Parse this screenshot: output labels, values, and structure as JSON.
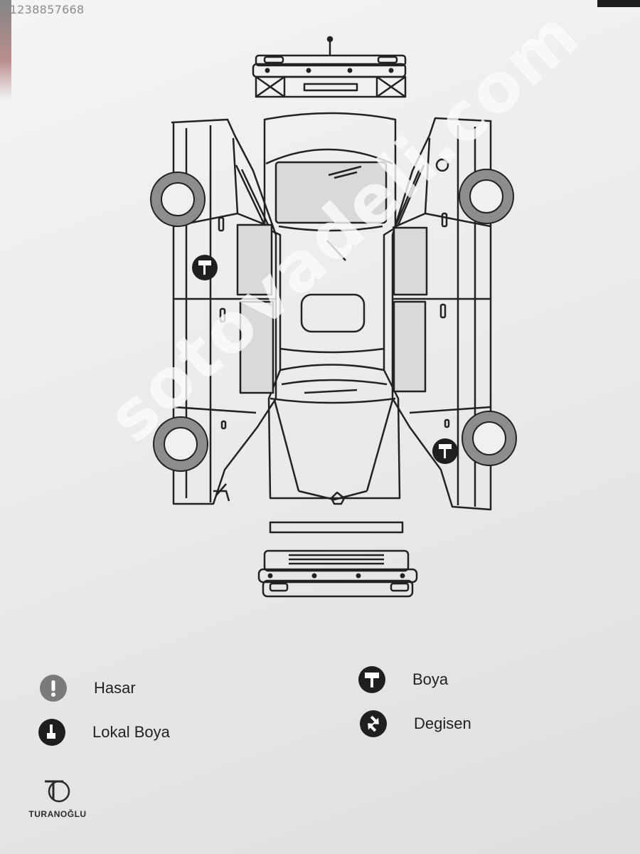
{
  "listing_id": "#1238857668",
  "watermark": "sotovadeli.com",
  "legend": {
    "hasar": "Hasar",
    "lokal_boya": "Lokal Boya",
    "boya": "Boya",
    "degisen": "Degisen"
  },
  "logo_text": "TURANOĞLU",
  "colors": {
    "paper": "#efefef",
    "line": "#222222",
    "wheel": "#8d8d8d",
    "glass": "#d8d8d8"
  }
}
